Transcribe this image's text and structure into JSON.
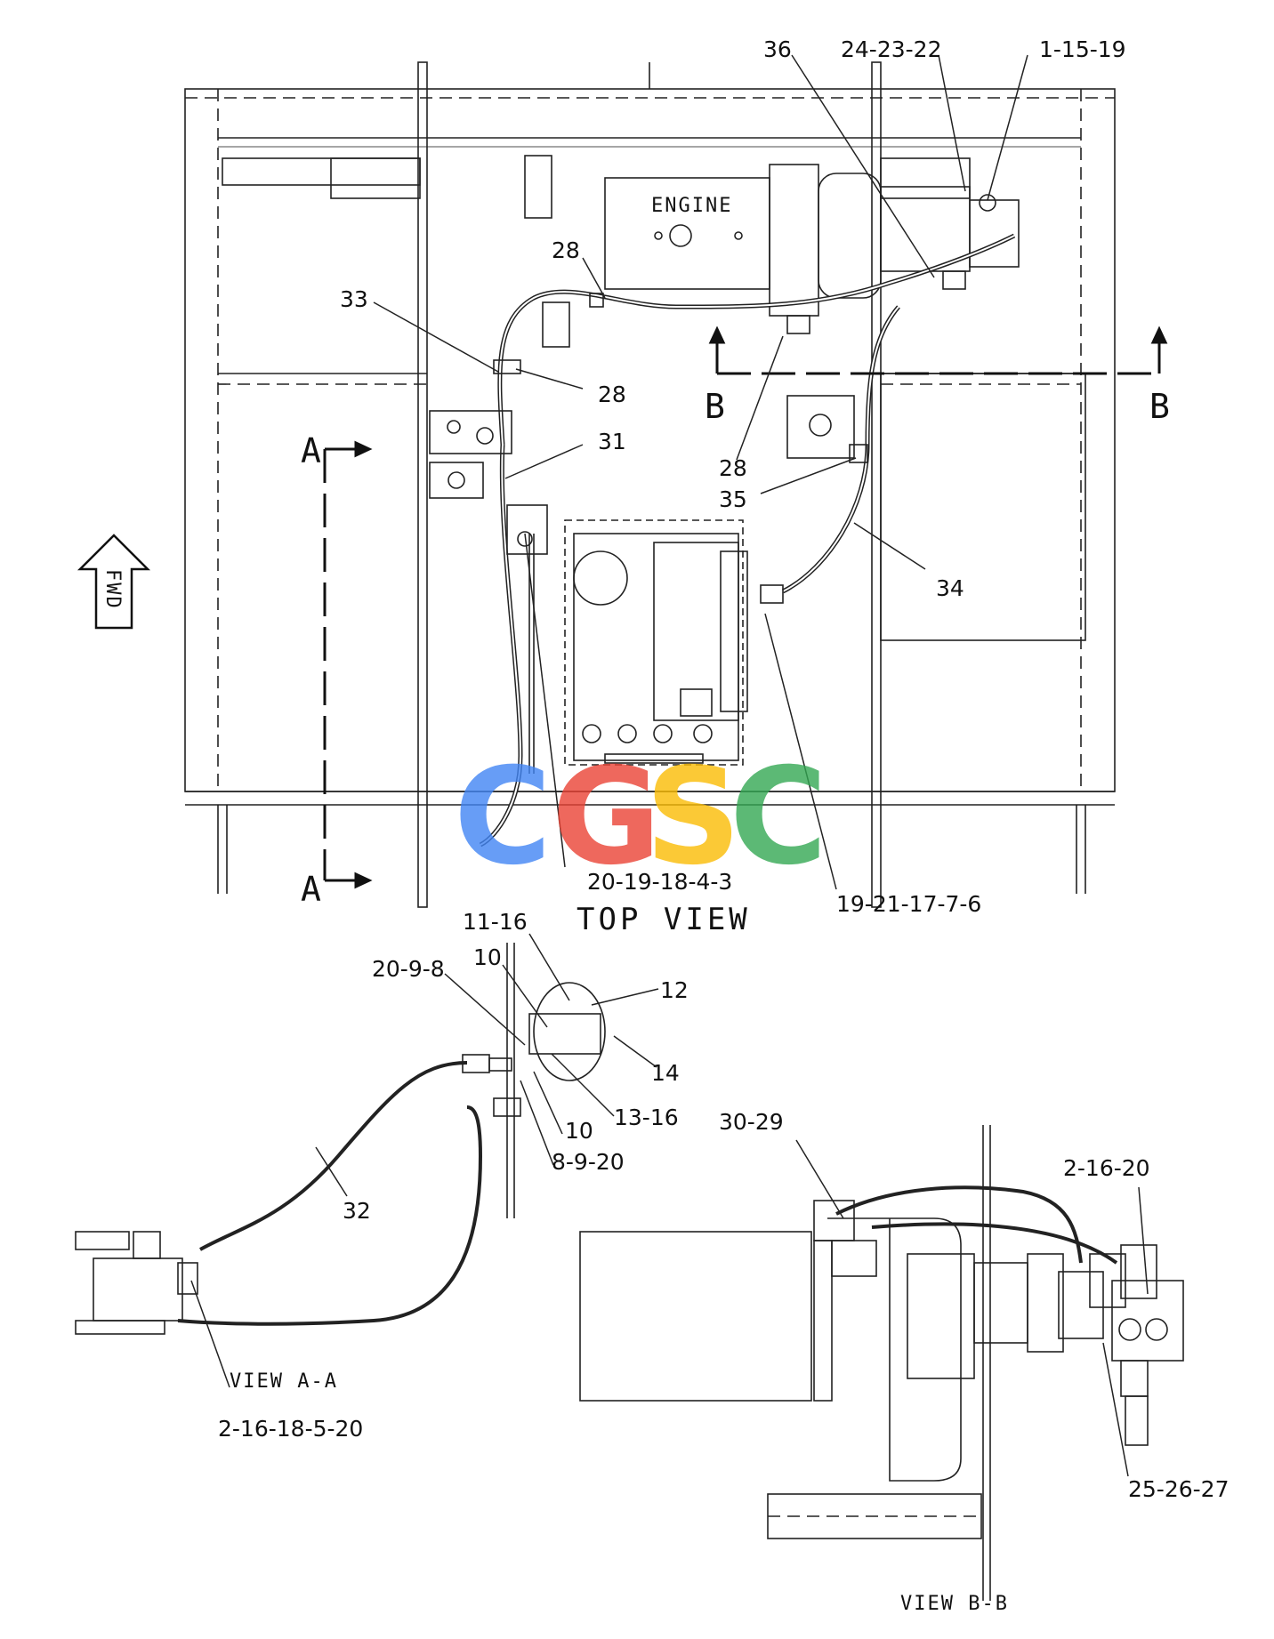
{
  "views": {
    "top_title": "TOP VIEW",
    "view_aa": "VIEW A-A",
    "view_bb": "VIEW B-B"
  },
  "components": {
    "engine": "ENGINE",
    "fwd": "FWD"
  },
  "sections": {
    "a_top": "A",
    "a_bottom": "A",
    "b_left": "B",
    "b_right": "B"
  },
  "callouts": {
    "c36": "36",
    "c24_23_22": "24-23-22",
    "c1_15_19": "1-15-19",
    "c28a": "28",
    "c33": "33",
    "c28b": "28",
    "c31": "31",
    "c28c": "28",
    "c35": "35",
    "c34": "34",
    "c20_19_18_4_3": "20-19-18-4-3",
    "c19_21_17_7_6": "19-21-17-7-6",
    "c11_16": "11-16",
    "c10a": "10",
    "c20_9_8": "20-9-8",
    "c12": "12",
    "c14": "14",
    "c13_16": "13-16",
    "c10b": "10",
    "c8_9_20": "8-9-20",
    "c32": "32",
    "c2_16_18_5_20": "2-16-18-5-20",
    "c30_29": "30-29",
    "c2_16_20": "2-16-20",
    "c25_26_27": "25-26-27"
  },
  "watermark": {
    "text_c1": "C",
    "text_g": "G",
    "text_s": "S",
    "text_c2": "C",
    "colors": [
      "#4285f4",
      "#ea4335",
      "#fbbc05",
      "#34a853"
    ]
  }
}
